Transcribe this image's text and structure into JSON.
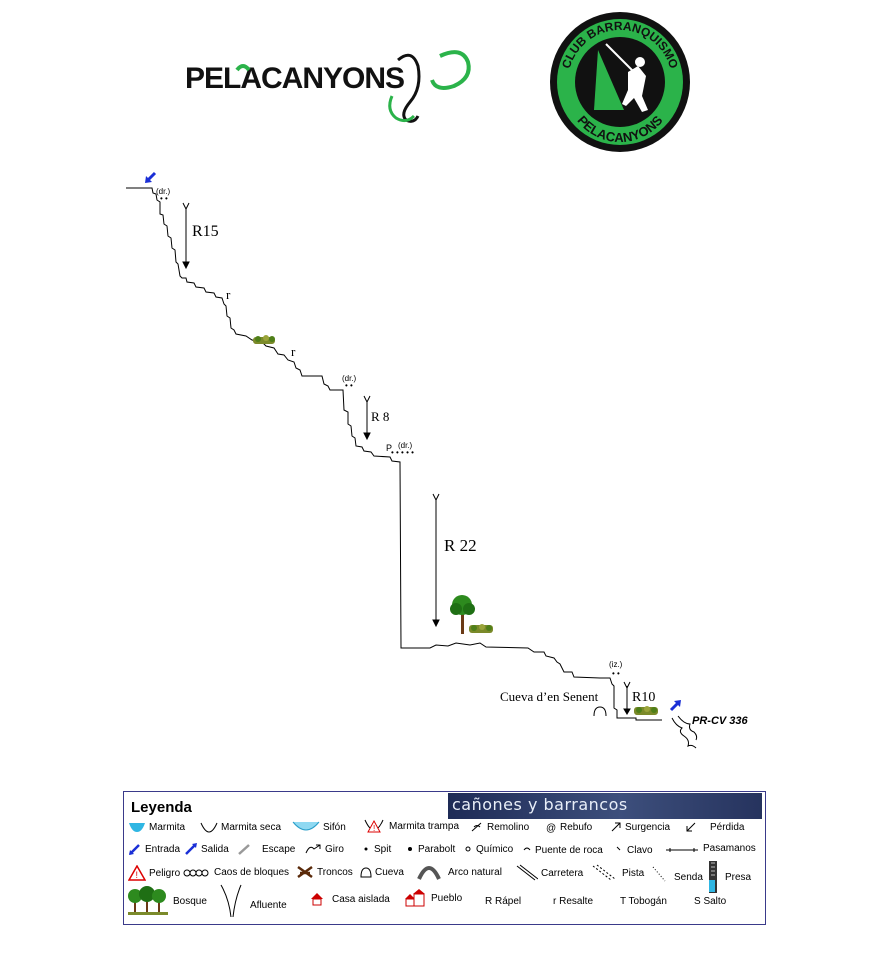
{
  "brand": {
    "logo_text": "PELACANYONS",
    "badge_top": "CLUB BARRANQUISMO",
    "badge_bottom": "PELACANYONS",
    "colors": {
      "green": "#2bb34a",
      "dark": "#111111",
      "accent_blue": "#1a2fd6"
    }
  },
  "topo": {
    "rappels": [
      "R15",
      "R 8",
      "R 22",
      "R10"
    ],
    "resaltes": [
      "r",
      "r"
    ],
    "anchor_notes": [
      "(dr.)",
      "(dr.)",
      "(dr.)",
      "(iz.)"
    ],
    "pasamanos_mark": "P",
    "cave_label": "Cueva d’en Senent",
    "exit_path_label": "PR-CV 336"
  },
  "legend": {
    "title": "Leyenda",
    "banner": "cañones y barrancos",
    "items": [
      {
        "label": "Marmita",
        "icon": "marmita-icon"
      },
      {
        "label": "Marmita seca",
        "icon": "marmita-seca-icon"
      },
      {
        "label": "Sifón",
        "icon": "sifon-icon"
      },
      {
        "label": "Marmita trampa",
        "icon": "marmita-trampa-icon"
      },
      {
        "label": "Remolino",
        "icon": "remolino-icon"
      },
      {
        "label": "Rebufo",
        "icon": "rebufo-icon"
      },
      {
        "label": "Surgencia",
        "icon": "surgencia-icon"
      },
      {
        "label": "Pérdida",
        "icon": "perdida-icon"
      },
      {
        "label": "Entrada",
        "icon": "entrada-icon"
      },
      {
        "label": "Salida",
        "icon": "salida-icon"
      },
      {
        "label": "Escape",
        "icon": "escape-icon"
      },
      {
        "label": "Giro",
        "icon": "giro-icon"
      },
      {
        "label": "Spit",
        "icon": "spit-icon"
      },
      {
        "label": "Parabolt",
        "icon": "parabolt-icon"
      },
      {
        "label": "Químico",
        "icon": "quimico-icon"
      },
      {
        "label": "Puente de roca",
        "icon": "puente-roca-icon"
      },
      {
        "label": "Clavo",
        "icon": "clavo-icon"
      },
      {
        "label": "Pasamanos",
        "icon": "pasamanos-icon"
      },
      {
        "label": "Peligro",
        "icon": "peligro-icon"
      },
      {
        "label": "Caos de bloques",
        "icon": "caos-bloques-icon"
      },
      {
        "label": "Troncos",
        "icon": "troncos-icon"
      },
      {
        "label": "Cueva",
        "icon": "cueva-icon"
      },
      {
        "label": "Arco natural",
        "icon": "arco-natural-icon"
      },
      {
        "label": "Carretera",
        "icon": "carretera-icon"
      },
      {
        "label": "Pista",
        "icon": "pista-icon"
      },
      {
        "label": "Senda",
        "icon": "senda-icon"
      },
      {
        "label": "Presa",
        "icon": "presa-icon"
      },
      {
        "label": "Bosque",
        "icon": "bosque-icon"
      },
      {
        "label": "Afluente",
        "icon": "afluente-icon"
      },
      {
        "label": "Casa aislada",
        "icon": "casa-aislada-icon"
      },
      {
        "label": "Pueblo",
        "icon": "pueblo-icon"
      },
      {
        "label": "R Rápel",
        "icon": ""
      },
      {
        "label": "r Resalte",
        "icon": ""
      },
      {
        "label": "T Tobogán",
        "icon": ""
      },
      {
        "label": "S Salto",
        "icon": ""
      }
    ]
  }
}
